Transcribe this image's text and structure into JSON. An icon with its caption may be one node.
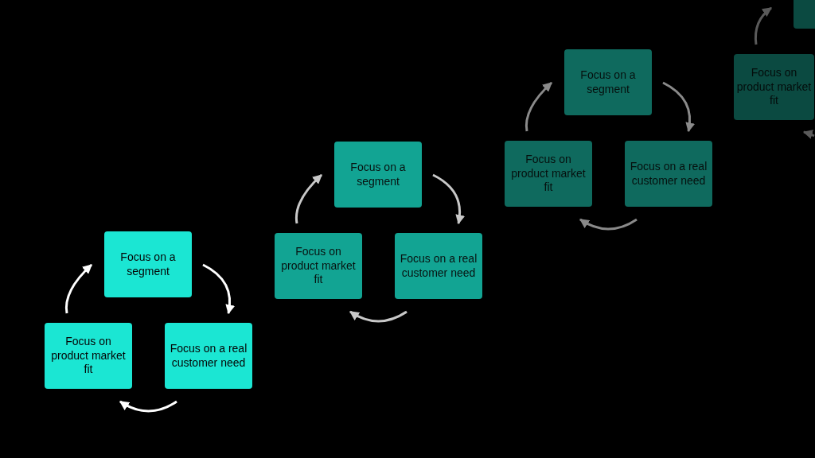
{
  "diagram": {
    "nodes": [
      {
        "text": [
          "Focus on a segment"
        ]
      },
      {
        "text": [
          "Focus on product market fit"
        ]
      },
      {
        "text": [
          "Focus on a real customer need"
        ]
      },
      {
        "text": [
          "Focus on a segment"
        ]
      },
      {
        "text": [
          "Focus on product market fit"
        ]
      },
      {
        "text": [
          "Focus on a real customer need"
        ]
      },
      {
        "text": [
          "Focus on a segment"
        ]
      },
      {
        "text": [
          "Focus on product market fit"
        ]
      },
      {
        "text": [
          "Focus on a real customer need"
        ]
      },
      {
        "text": [],
        "shape": "box"
      },
      {
        "text": [
          "Focus on product market fit"
        ]
      }
    ],
    "edges": [
      {
        "from": 0,
        "to": 2,
        "arrow": "to",
        "color": "#ffffff"
      },
      {
        "from": 2,
        "to": 1,
        "arrow": "to",
        "color": "#ffffff"
      },
      {
        "from": 1,
        "to": 0,
        "arrow": "to",
        "color": "#ffffff"
      },
      {
        "from": 3,
        "to": 5,
        "arrow": "to",
        "color": "#c8c8c8"
      },
      {
        "from": 5,
        "to": 4,
        "arrow": "to",
        "color": "#c8c8c8"
      },
      {
        "from": 4,
        "to": 3,
        "arrow": "to",
        "color": "#c8c8c8"
      },
      {
        "from": 6,
        "to": 8,
        "arrow": "to",
        "color": "#8a8a8a"
      },
      {
        "from": 8,
        "to": 7,
        "arrow": "to",
        "color": "#8a8a8a"
      },
      {
        "from": 7,
        "to": 6,
        "arrow": "to",
        "color": "#8a8a8a"
      },
      {
        "from": 10,
        "to": 9,
        "arrow": "to",
        "color": "#5a5a5a"
      },
      {
        "from": null,
        "to": 10,
        "arrow": "to",
        "color": "#5a5a5a"
      }
    ]
  }
}
